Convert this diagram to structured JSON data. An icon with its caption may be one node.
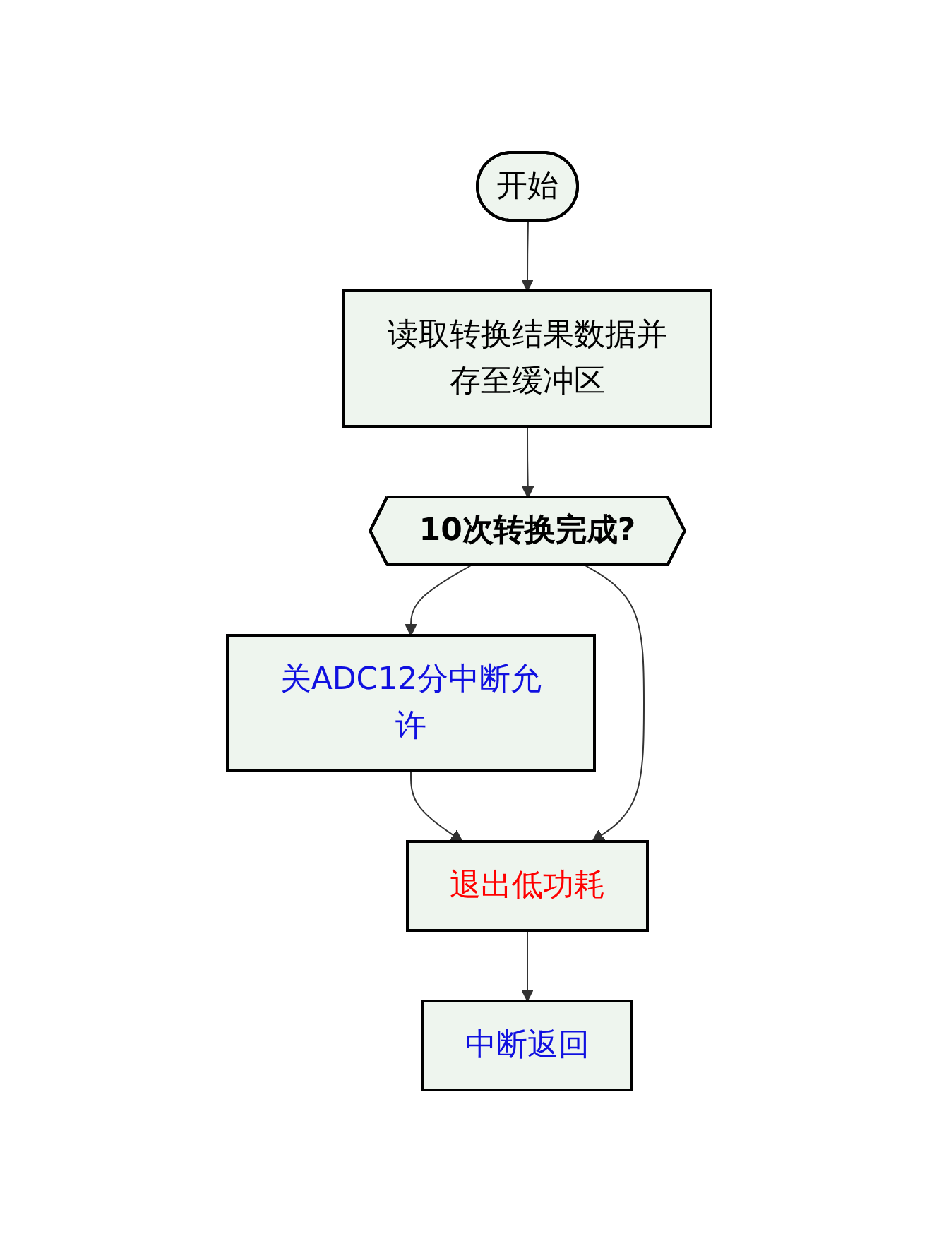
{
  "diagram": {
    "nodes": [
      {
        "text": [
          "开始"
        ]
      },
      {
        "text": [
          "读取转换结果数据并存至缓冲区"
        ]
      },
      {
        "text": [
          "10次转换完成?"
        ]
      },
      {
        "text": [
          "关ADC12分中断允许"
        ]
      },
      {
        "text": [
          "退出低功耗"
        ]
      },
      {
        "text": [
          "中断返回"
        ]
      }
    ],
    "edges": [
      {
        "from": 0,
        "to": 1,
        "arrow": "to"
      },
      {
        "from": 1,
        "to": 2,
        "arrow": "to"
      },
      {
        "from": 2,
        "to": 3,
        "arrow": "to"
      },
      {
        "from": 3,
        "to": 4,
        "arrow": "to"
      },
      {
        "from": 2,
        "to": 4,
        "arrow": "to"
      },
      {
        "from": 4,
        "to": 5,
        "arrow": "to"
      }
    ]
  }
}
